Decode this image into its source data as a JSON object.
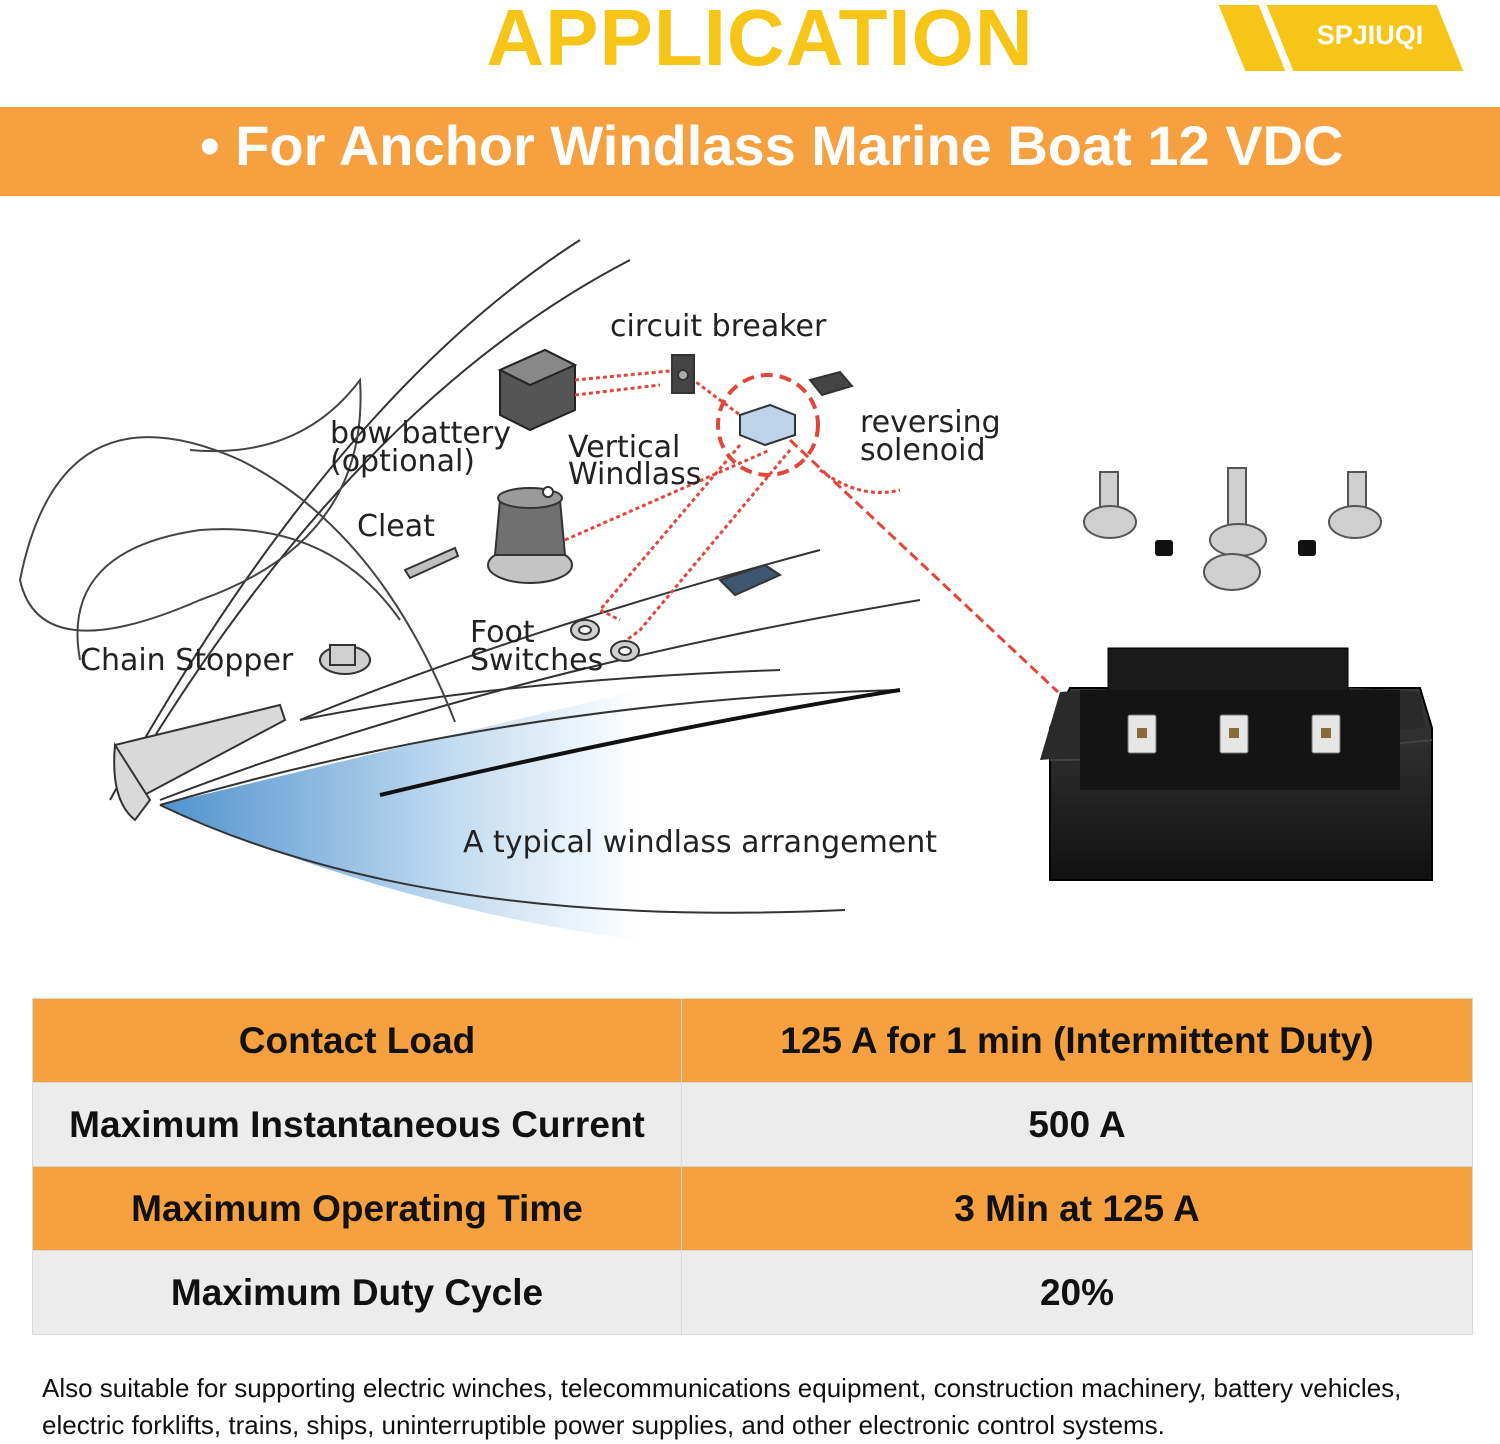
{
  "header": {
    "title": "APPLICATION",
    "brand": "SPJIUQI"
  },
  "banner": {
    "text": "• For Anchor Windlass Marine Boat 12 VDC"
  },
  "diagram": {
    "labels": {
      "circuit_breaker": "circuit breaker",
      "bow_battery_1": "bow battery",
      "bow_battery_2": "(optional)",
      "vertical_windlass_1": "Vertical",
      "vertical_windlass_2": "Windlass",
      "reversing_solenoid_1": "reversing",
      "reversing_solenoid_2": "solenoid",
      "cleat": "Cleat",
      "foot_switches_1": "Foot",
      "foot_switches_2": "Switches",
      "chain_stopper": "Chain Stopper",
      "caption": "A typical windlass arrangement"
    }
  },
  "specs": {
    "rows": [
      {
        "label": "Contact Load",
        "value": "125 A for 1 min (Intermittent Duty)"
      },
      {
        "label": "Maximum Instantaneous Current",
        "value": "500 A"
      },
      {
        "label": "Maximum Operating Time",
        "value": "3 Min at 125 A"
      },
      {
        "label": "Maximum Duty Cycle",
        "value": "20%"
      }
    ]
  },
  "footer": {
    "text": "Also suitable for supporting electric winches, telecommunications equipment, construction machinery, battery vehicles, electric forklifts, trains, ships, uninterruptible power supplies, and other electronic control systems."
  },
  "colors": {
    "title_yellow": "#f7c517",
    "banner_orange": "#f6a03f",
    "row_grey": "#ececec",
    "wire_red": "#e0473a"
  }
}
